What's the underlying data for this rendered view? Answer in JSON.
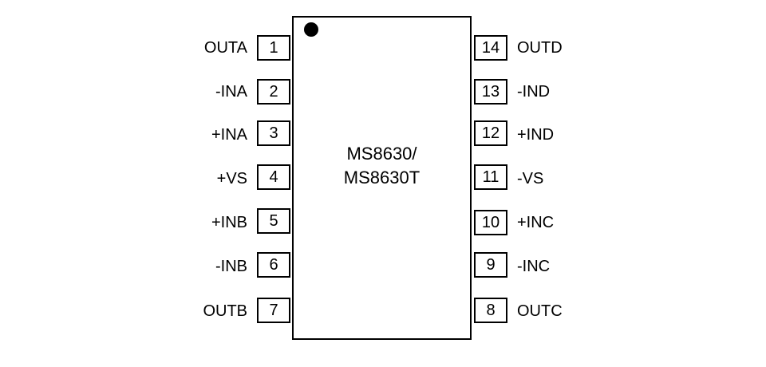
{
  "part": {
    "line1": "MS8630/",
    "line2": "MS8630T"
  },
  "left_pins": [
    {
      "number": "1",
      "label": "OUTA"
    },
    {
      "number": "2",
      "label": "-INA"
    },
    {
      "number": "3",
      "label": "+INA"
    },
    {
      "number": "4",
      "label": "+VS"
    },
    {
      "number": "5",
      "label": "+INB"
    },
    {
      "number": "6",
      "label": "-INB"
    },
    {
      "number": "7",
      "label": "OUTB"
    }
  ],
  "right_pins": [
    {
      "number": "14",
      "label": "OUTD"
    },
    {
      "number": "13",
      "label": "-IND"
    },
    {
      "number": "12",
      "label": "+IND"
    },
    {
      "number": "11",
      "label": "-VS"
    },
    {
      "number": "10",
      "label": "+INC"
    },
    {
      "number": "9",
      "label": "-INC"
    },
    {
      "number": "8",
      "label": "OUTC"
    }
  ]
}
